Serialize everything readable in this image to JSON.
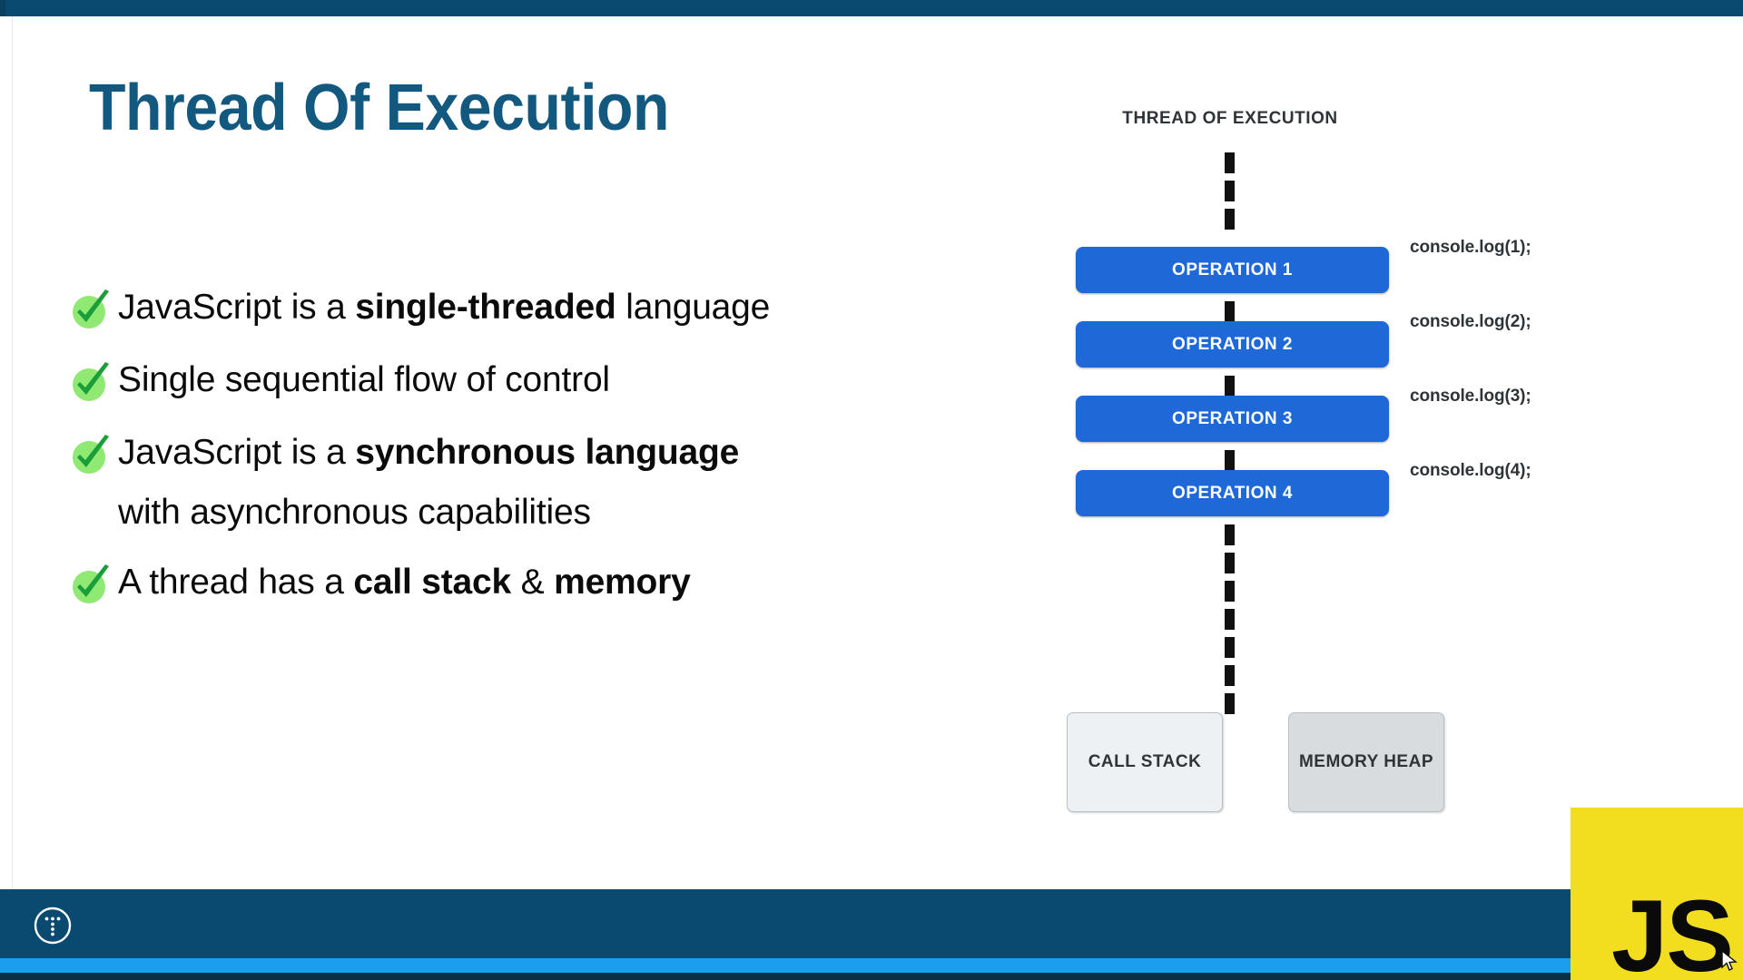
{
  "slide": {
    "title": "Thread Of Execution",
    "title_color": "#12587f",
    "background": "#ffffff"
  },
  "chrome": {
    "topbar_color": "#0a4a70",
    "bottombar_color": "#0a4a70",
    "accent_stripe_color": "#1b9df0",
    "brand_logo_icon": "dotted-t-circle-icon"
  },
  "bullets": [
    {
      "icon": "green-check-icon",
      "parts": [
        {
          "text": "JavaScript is a ",
          "bold": false
        },
        {
          "text": "single-threaded",
          "bold": true
        },
        {
          "text": " language",
          "bold": false
        }
      ],
      "line2": ""
    },
    {
      "icon": "green-check-icon",
      "parts": [
        {
          "text": "Single sequential flow of control",
          "bold": false
        }
      ],
      "line2": ""
    },
    {
      "icon": "green-check-icon",
      "parts": [
        {
          "text": "JavaScript is a ",
          "bold": false
        },
        {
          "text": "synchronous language",
          "bold": true
        }
      ],
      "line2": "with asynchronous capabilities"
    },
    {
      "icon": "green-check-icon",
      "parts": [
        {
          "text": "A thread has a ",
          "bold": false
        },
        {
          "text": "call stack",
          "bold": true
        },
        {
          "text": " & ",
          "bold": false
        },
        {
          "text": "memory",
          "bold": true
        }
      ],
      "line2": ""
    }
  ],
  "diagram": {
    "title": "THREAD OF EXECUTION",
    "operation_color": "#1f68d8",
    "operation_text_color": "#ffffff",
    "spine_color": "#111111",
    "operations": [
      {
        "label": "OPERATION 1",
        "note": "console.log(1);"
      },
      {
        "label": "OPERATION 2",
        "note": "console.log(2);"
      },
      {
        "label": "OPERATION 3",
        "note": "console.log(3);"
      },
      {
        "label": "OPERATION 4",
        "note": "console.log(4);"
      }
    ],
    "bottom_boxes": [
      {
        "label": "CALL STACK",
        "color": "#eef1f3"
      },
      {
        "label": "MEMORY HEAP",
        "color": "#d8dcdf"
      }
    ]
  },
  "watermark": {
    "js_logo_text": "JS",
    "js_logo_bg": "#f2dd1e",
    "cursor_icon": "mouse-cursor-icon"
  }
}
